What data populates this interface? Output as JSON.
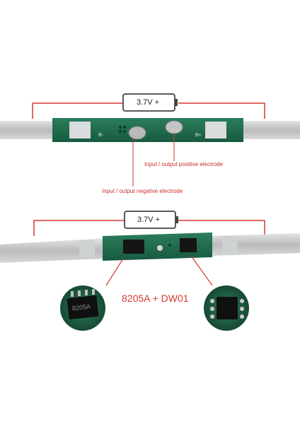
{
  "top_panel": {
    "battery_label": "3.7V +",
    "positive_annotation": "Input / output positive electrode",
    "negative_annotation": "Input / output negative electrode",
    "pcb_marks": [
      "B-",
      "B+"
    ]
  },
  "bottom_panel": {
    "battery_label": "3.7V +",
    "chip_annotation": "8205A + DW01",
    "zoom_left_marking": "8205A"
  },
  "colors": {
    "annotation_red": "#c8302c",
    "pcb_green": "#1f6b4e",
    "nickel_strip": "#c9cbcc"
  }
}
